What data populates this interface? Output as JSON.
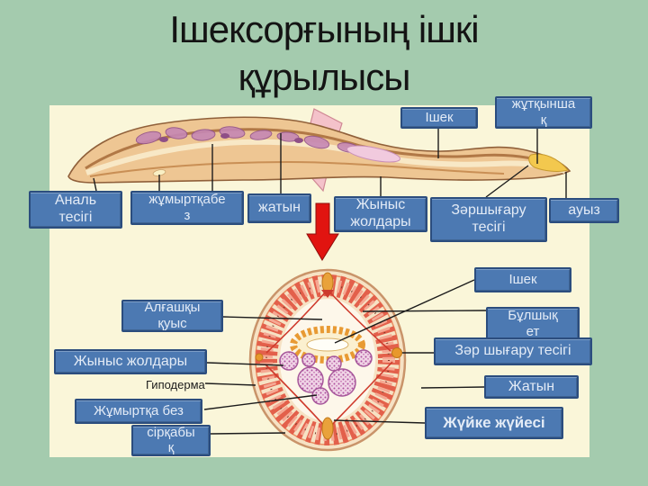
{
  "title": {
    "line1": "Ішексорғының ішкі",
    "line2": "құрылысы"
  },
  "colors": {
    "slide_background": "#a4cbae",
    "canvas_background": "#faf6d9",
    "label_fill": "#4c79b2",
    "label_border": "#2b4d7e",
    "label_text": "#e3ebf6",
    "title_text": "#141414",
    "arrow_red": "#e11410",
    "worm_body": "#eec693",
    "cross_section_muscle": "#e3604b",
    "gonad_purple": "#ad4f9e",
    "intestine_orange": "#e89a33"
  },
  "labels": {
    "anal_opening": {
      "text": "Аналь\nтесігі"
    },
    "egg_gland_top": {
      "text": "жұмыртқабе\nз"
    },
    "uterus_top": {
      "text": "жатын"
    },
    "genital_tracts_top": {
      "text": "Жыныс\nжолдары"
    },
    "excretory_opening_top": {
      "text": "Зәршығару\nтесігі"
    },
    "mouth": {
      "text": "ауыз"
    },
    "pharynx": {
      "text": "жұтқынша\nқ"
    },
    "intestine_top": {
      "text": "Ішек"
    },
    "intestine_bottom": {
      "text": "Ішек"
    },
    "muscle": {
      "text": "Бұлшық\nет"
    },
    "excretory_opening_bottom": {
      "text": "Зәр шығару тесігі"
    },
    "uterus_bottom": {
      "text": "Жатын"
    },
    "nervous_system": {
      "text": "Жүйке жүйесі"
    },
    "primary_cavity": {
      "text": "Алғашқы\nқуыс"
    },
    "genital_tracts_bottom": {
      "text": "Жыныс жолдары"
    },
    "hypodermis": {
      "text": "Гиподерма"
    },
    "egg_gland_bottom": {
      "text": "Жұмыртқа без"
    },
    "serous_capsule": {
      "text": "сірқабы\nқ"
    }
  }
}
